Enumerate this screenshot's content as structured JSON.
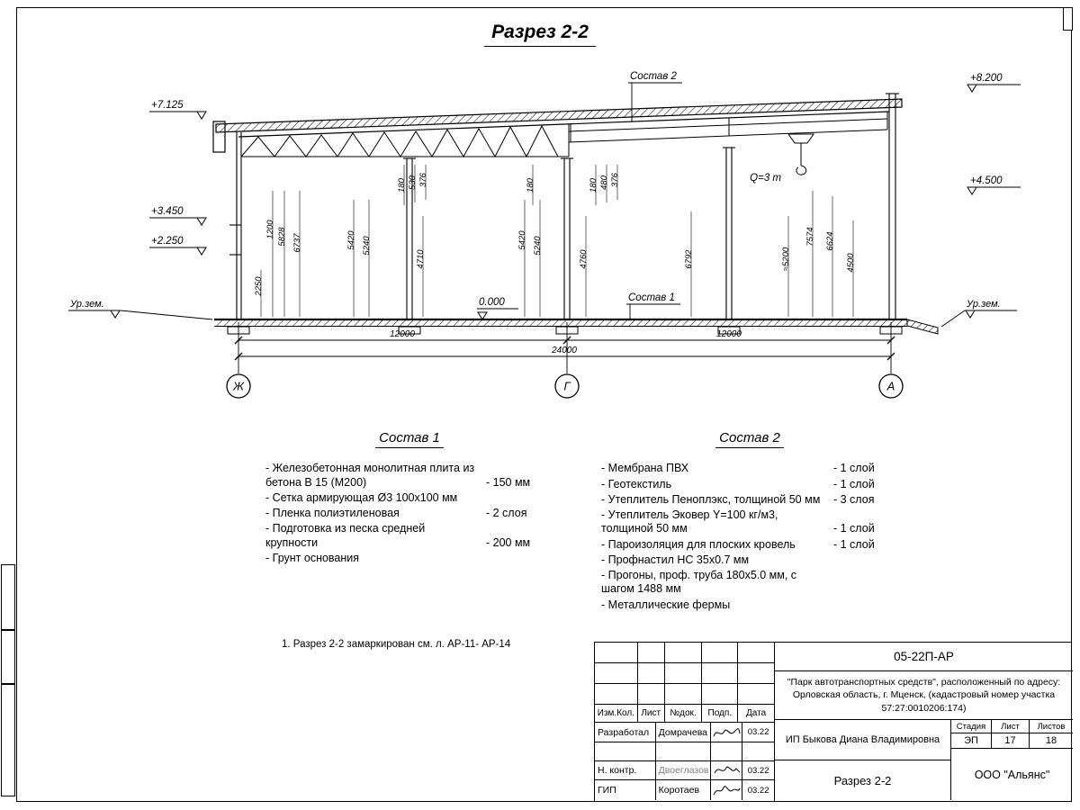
{
  "title": "Разрез 2-2",
  "drawing": {
    "callout_sostav2": "Состав 2",
    "callout_sostav1": "Состав 1",
    "crane_label": "Q=3 т",
    "zero_level": "0.000",
    "ground_label_left": "Ур.зем.",
    "ground_label_right": "Ур.зем.",
    "elev_left": [
      "+7.125",
      "+3.450",
      "+2.250"
    ],
    "elev_right": [
      "+8.200",
      "+4.500"
    ],
    "axes": [
      "Ж",
      "Г",
      "А"
    ],
    "dims_h": [
      "12000",
      "12000",
      "24000"
    ],
    "dims_v": [
      "2250",
      "1200",
      "5828",
      "6737",
      "5420",
      "5240",
      "180",
      "530",
      "376",
      "4710",
      "5420",
      "5240",
      "180",
      "4760",
      "180",
      "480",
      "376",
      "6792",
      "≈5200",
      "7574",
      "6624",
      "4500"
    ]
  },
  "compositions": {
    "c1": {
      "heading": "Состав 1",
      "items": [
        {
          "text": "- Железобетонная  монолитная плита из бетона В 15 (М200)",
          "qty": "- 150 мм"
        },
        {
          "text": "- Сетка армирующая Ø3 100х100 мм",
          "qty": ""
        },
        {
          "text": "- Пленка полиэтиленовая",
          "qty": "- 2 слоя"
        },
        {
          "text": "- Подготовка из песка средней крупности",
          "qty": "- 200 мм"
        },
        {
          "text": "- Грунт основания",
          "qty": ""
        }
      ]
    },
    "c2": {
      "heading": "Состав 2",
      "items": [
        {
          "text": "- Мембрана ПВХ",
          "qty": "- 1 слой"
        },
        {
          "text": "- Геотекстиль",
          "qty": "- 1 слой"
        },
        {
          "text": "- Утеплитель Пеноплэкс, толщиной 50 мм",
          "qty": "- 3 слоя"
        },
        {
          "text": "- Утеплитель Эковер Y=100 кг/м3, толщиной 50 мм",
          "qty": "- 1 слой"
        },
        {
          "text": "- Пароизоляция для плоских кровель",
          "qty": "- 1 слой"
        },
        {
          "text": "- Профнастил НС 35х0.7 мм",
          "qty": ""
        },
        {
          "text": "- Прогоны, проф. труба 180х5.0 мм, с шагом 1488 мм",
          "qty": ""
        },
        {
          "text": "- Металлические фермы",
          "qty": ""
        }
      ]
    }
  },
  "note": "1. Разрез 2-2 замаркирован см. л. АР-11- АР-14",
  "titleblock": {
    "doc_number": "05-22П-АР",
    "project": "\"Парк автотранспортных средств\",  расположенный по адресу: Орловская область, г. Мценск, (кадастровый номер участка 57:27:0010206:174)",
    "columns": [
      "Изм.Кол.",
      "Лист",
      "№док.",
      "Подп.",
      "Дата"
    ],
    "rows": [
      {
        "role": "Разработал",
        "name": "Домрачева",
        "date": "03.22"
      },
      {
        "role": "Н. контр.",
        "name": "Двоеглазов",
        "date": "03.22"
      },
      {
        "role": "ГИП",
        "name": "Коротаев",
        "date": "03.22"
      }
    ],
    "client": "ИП Быкова Диана Владимировна",
    "sheet_title": "Разрез 2-2",
    "stage_label": "Стадия",
    "sheet_label": "Лист",
    "sheets_label": "Листов",
    "stage": "ЭП",
    "sheet": "17",
    "sheets": "18",
    "company": "ООО \"Альянс\""
  }
}
